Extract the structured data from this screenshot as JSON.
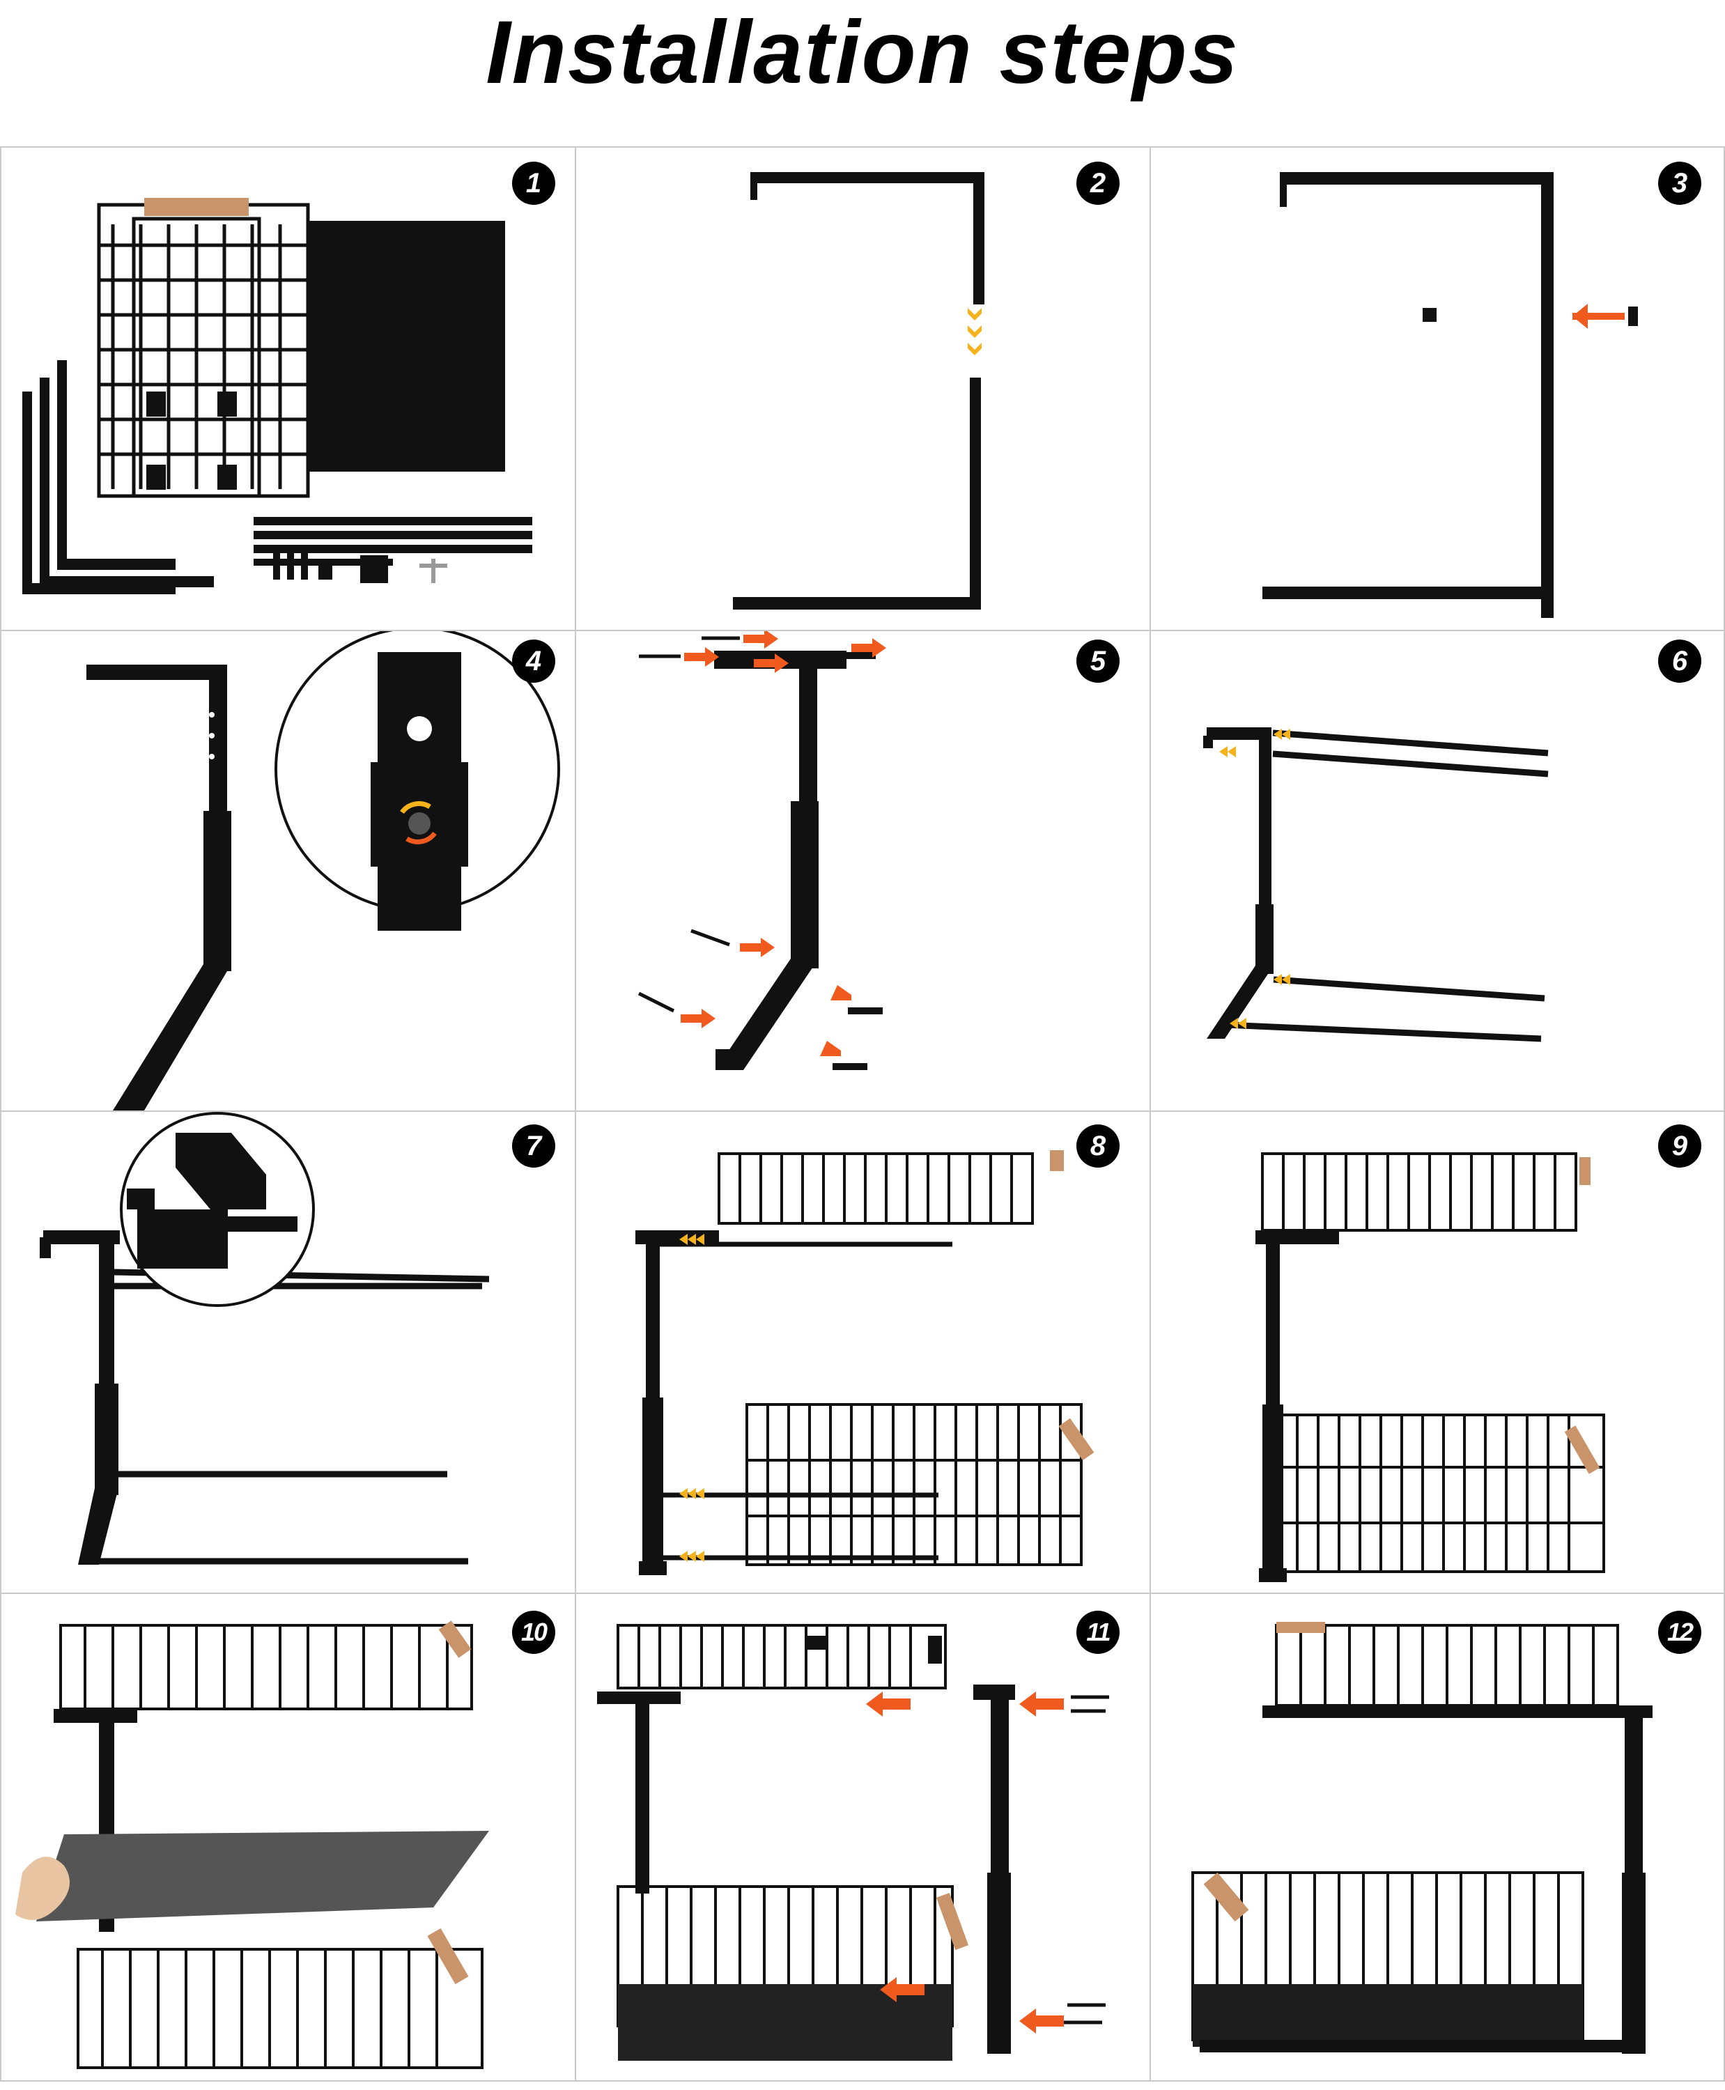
{
  "title": "Installation steps",
  "steps": [
    {
      "number": "1"
    },
    {
      "number": "2"
    },
    {
      "number": "3"
    },
    {
      "number": "4"
    },
    {
      "number": "5"
    },
    {
      "number": "6"
    },
    {
      "number": "7"
    },
    {
      "number": "8"
    },
    {
      "number": "9"
    },
    {
      "number": "10"
    },
    {
      "number": "11"
    },
    {
      "number": "12"
    }
  ],
  "colors": {
    "frame": "#111111",
    "arrow_orange": "#f05a1e",
    "arrow_yellow": "#f5b21b",
    "wood": "#c9946a",
    "grid_line": "#c9c9c9"
  }
}
